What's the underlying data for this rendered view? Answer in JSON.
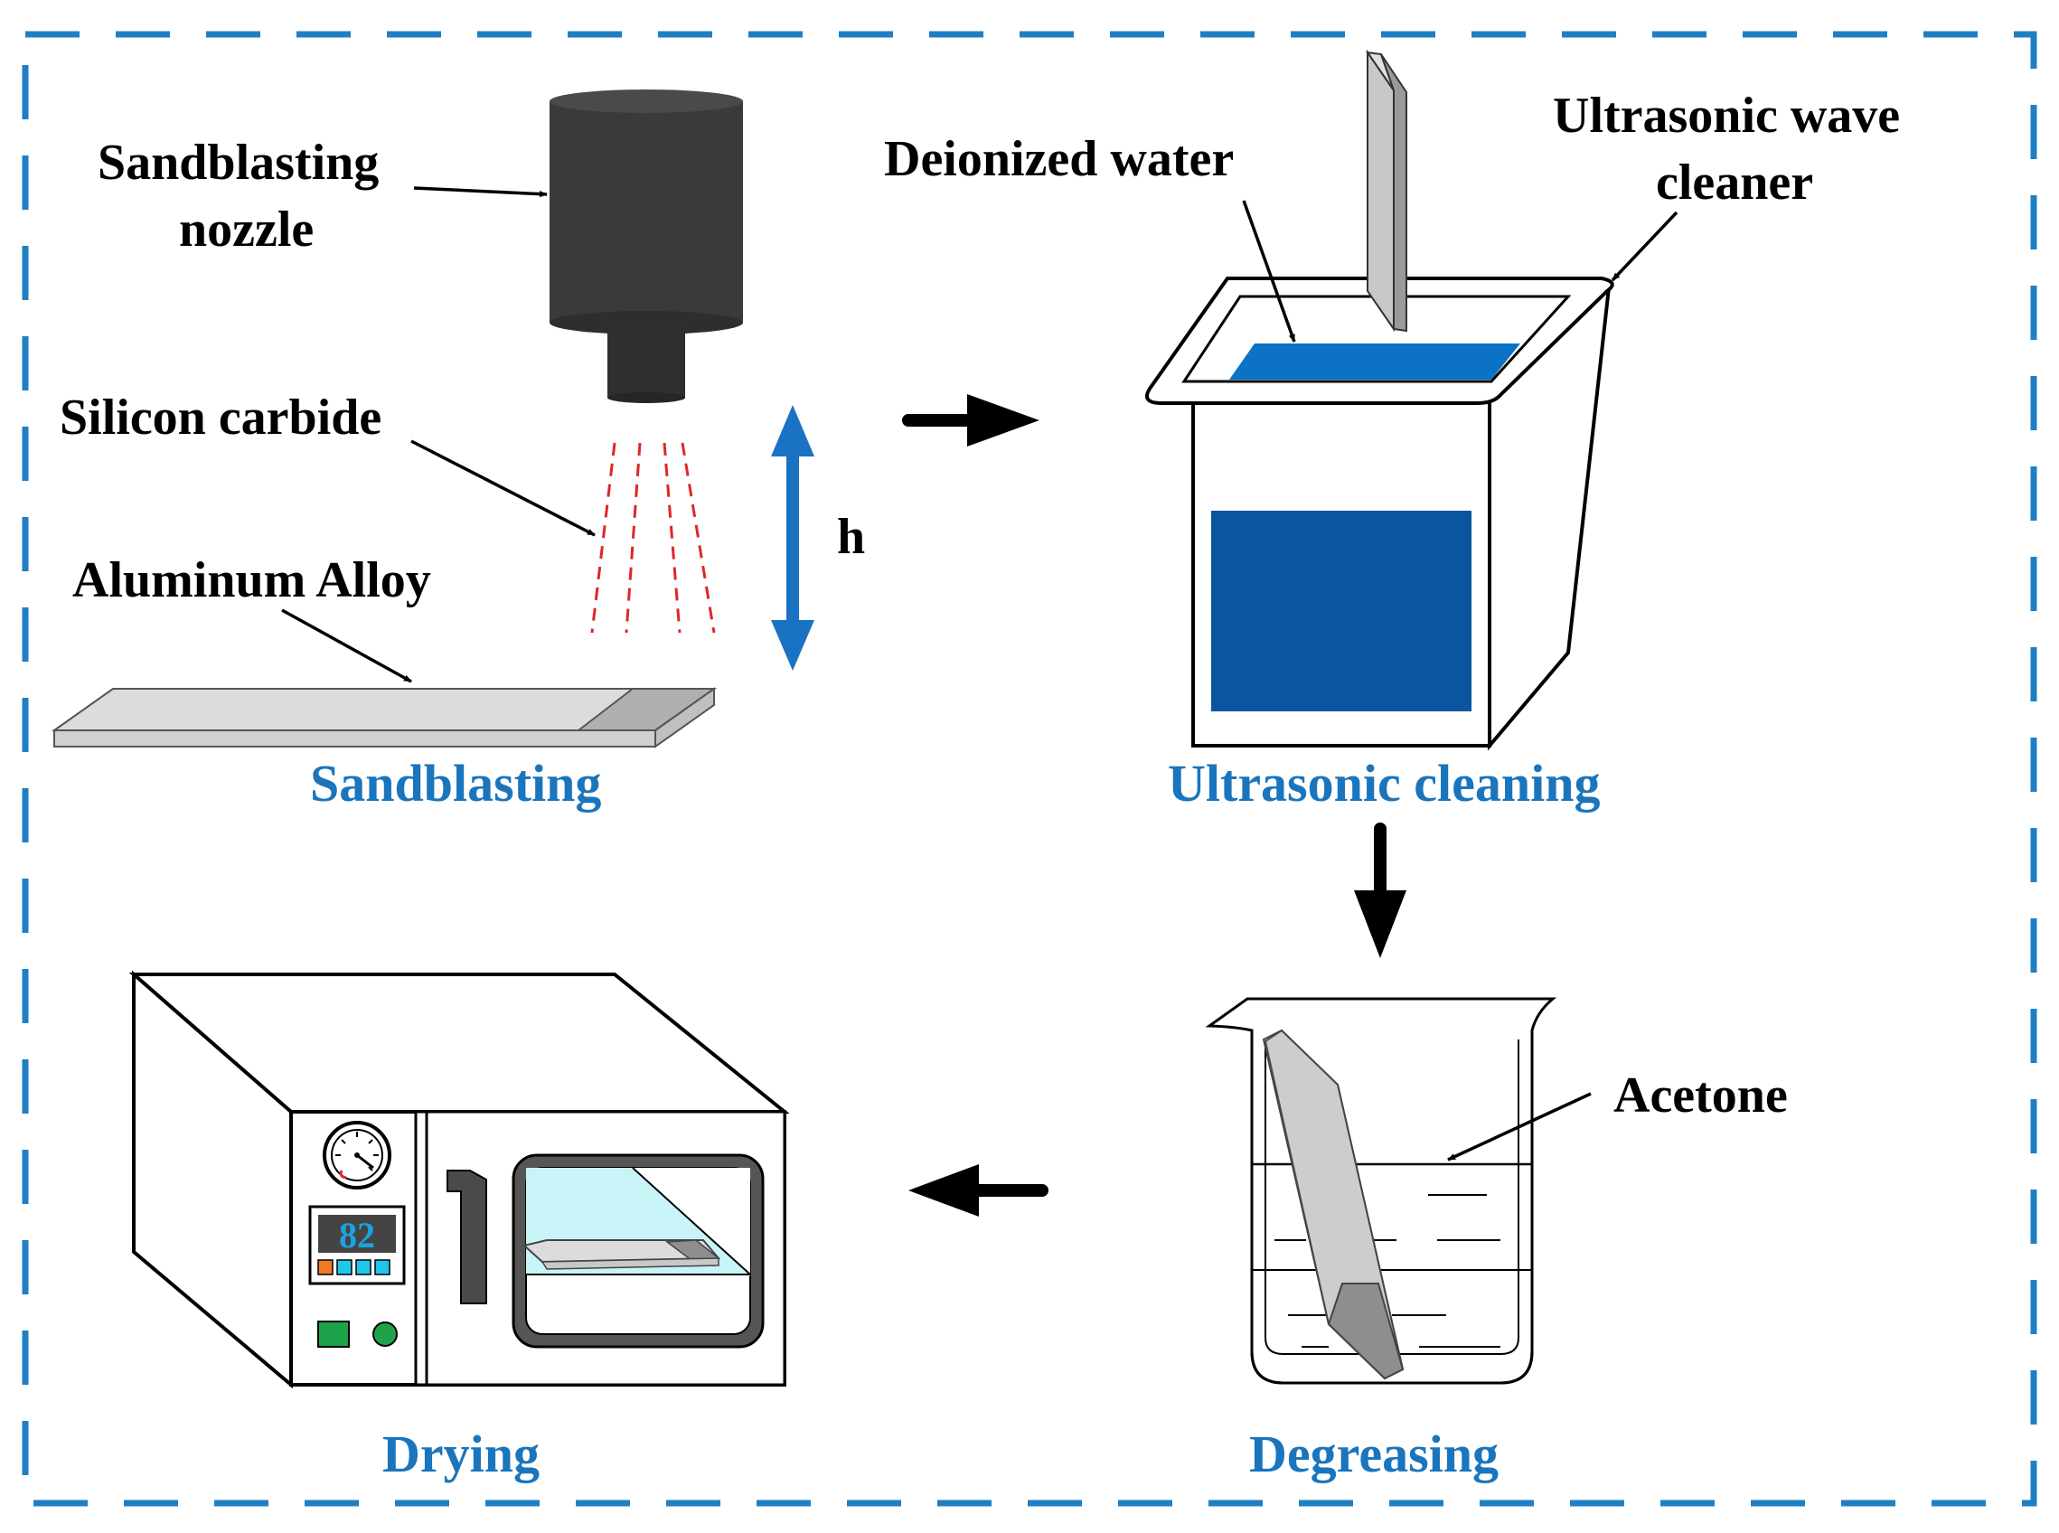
{
  "colors": {
    "border": "#1f7fc4",
    "step_title": "#1a75bc",
    "arrow_blue": "#1a72c2",
    "water": "#0b72c5",
    "tank_window": "#0b55a0",
    "nozzle": "#3a3a3a",
    "spray": "#e0262a",
    "oven_glass": "#c9f4f7",
    "display_digits": "#1aa3e0"
  },
  "labels": {
    "sandblasting_nozzle_line1": "Sandblasting",
    "sandblasting_nozzle_line2": "nozzle",
    "silicon_carbide": "Silicon carbide",
    "aluminum_alloy": "Aluminum Alloy",
    "height": "h",
    "deionized_water": "Deionized water",
    "ultrasonic_cleaner_line1": "Ultrasonic wave",
    "ultrasonic_cleaner_line2": "cleaner",
    "acetone": "Acetone",
    "oven_display": "82"
  },
  "steps": {
    "sandblasting": "Sandblasting",
    "ultrasonic_cleaning": "Ultrasonic cleaning",
    "degreasing": "Degreasing",
    "drying": "Drying"
  },
  "icons": {
    "flow_arrow_right": "arrow-right-icon",
    "flow_arrow_down": "arrow-down-icon",
    "flow_arrow_left": "arrow-left-icon",
    "height_arrow": "double-arrow-vertical-icon",
    "pressure_gauge": "gauge-icon"
  }
}
